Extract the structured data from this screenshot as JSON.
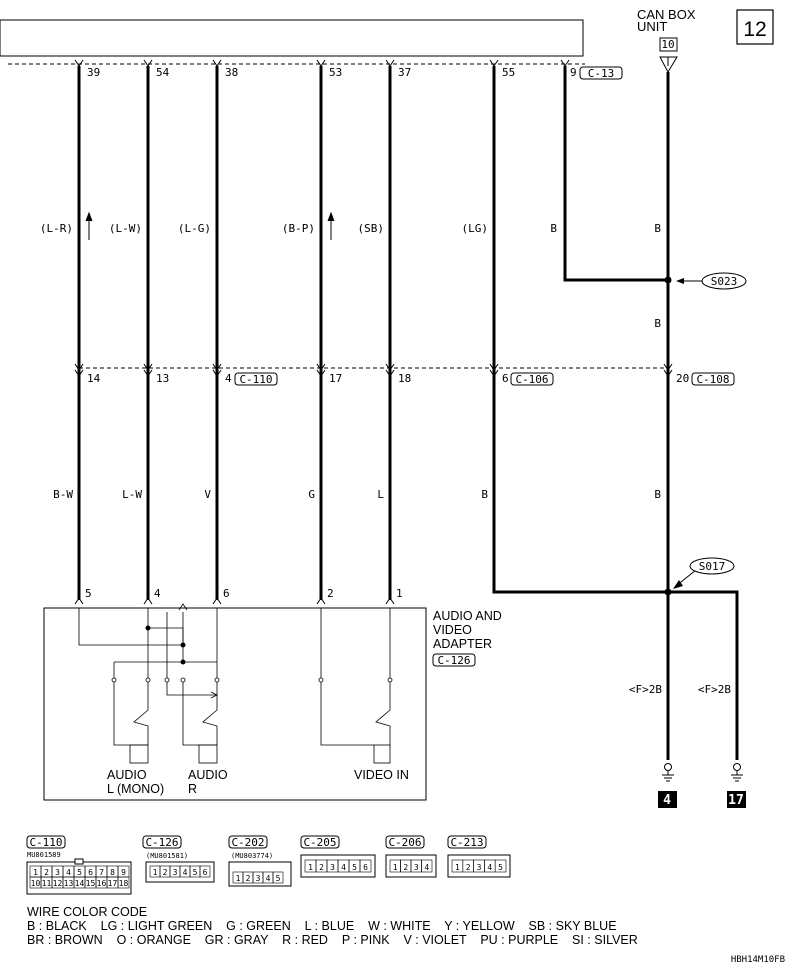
{
  "page_number": "12",
  "can_box": {
    "line1": "CAN BOX",
    "line2": "UNIT",
    "pin": "10"
  },
  "top_pins": [
    "39",
    "54",
    "38",
    "53",
    "37",
    "55",
    "9"
  ],
  "top_connector": "C-13",
  "wire_colors_upper": [
    "(L-R)",
    "(L-W)",
    "(L-G)",
    "(B-P)",
    "(SB)",
    "(LG)",
    "B",
    "B"
  ],
  "splice_s023": "S023",
  "right_mid_color": "B",
  "mid_pins": [
    "14",
    "13",
    "4",
    "17",
    "18",
    "6",
    "20"
  ],
  "mid_connectors": {
    "c110": "C-110",
    "c106": "C-106",
    "c108": "C-108"
  },
  "wire_colors_lower": [
    "B-W",
    "L-W",
    "V",
    "G",
    "L",
    "B",
    "B"
  ],
  "splice_s017": "S017",
  "adapter_pins": [
    "5",
    "4",
    "6",
    "2",
    "1"
  ],
  "adapter": {
    "line1": "AUDIO AND",
    "line2": "VIDEO",
    "line3": "ADAPTER",
    "connector": "C-126"
  },
  "adapter_labels": {
    "audio_l_1": "AUDIO",
    "audio_l_2": "L (MONO)",
    "audio_r_1": "AUDIO",
    "audio_r_2": "R",
    "video_in": "VIDEO IN"
  },
  "ground_wire_labels": [
    "<F>2B",
    "<F>2B"
  ],
  "ground_numbers": [
    "4",
    "17"
  ],
  "connector_legend": [
    {
      "id": "C-110",
      "part": "MU801589",
      "pins": [
        "1",
        "2",
        "3",
        "4",
        "5",
        "6",
        "7",
        "8",
        "9",
        "10",
        "11",
        "12",
        "13",
        "14",
        "15",
        "16",
        "17",
        "18"
      ]
    },
    {
      "id": "C-126",
      "part": "(MU801581)",
      "pins": [
        "1",
        "2",
        "3",
        "4",
        "5",
        "6"
      ]
    },
    {
      "id": "C-202",
      "part": "(MU803774)",
      "pins": [
        "1",
        "2",
        "3",
        "4",
        "5"
      ]
    },
    {
      "id": "C-205",
      "part": "",
      "pins": [
        "1",
        "2",
        "3",
        "4",
        "5",
        "6"
      ]
    },
    {
      "id": "C-206",
      "part": "",
      "pins": [
        "1",
        "2",
        "3",
        "4"
      ]
    },
    {
      "id": "C-213",
      "part": "",
      "pins": [
        "1",
        "2",
        "3",
        "4",
        "5"
      ]
    }
  ],
  "wire_color_code": {
    "title": "WIRE COLOR CODE",
    "line1": "B : BLACK    LG : LIGHT GREEN    G : GREEN    L : BLUE    W : WHITE    Y : YELLOW    SB : SKY BLUE",
    "line2": "BR : BROWN    O : ORANGE    GR : GRAY    R : RED    P : PINK    V : VIOLET    PU : PURPLE    SI : SILVER"
  },
  "figure_code": "HBH14M10FB"
}
